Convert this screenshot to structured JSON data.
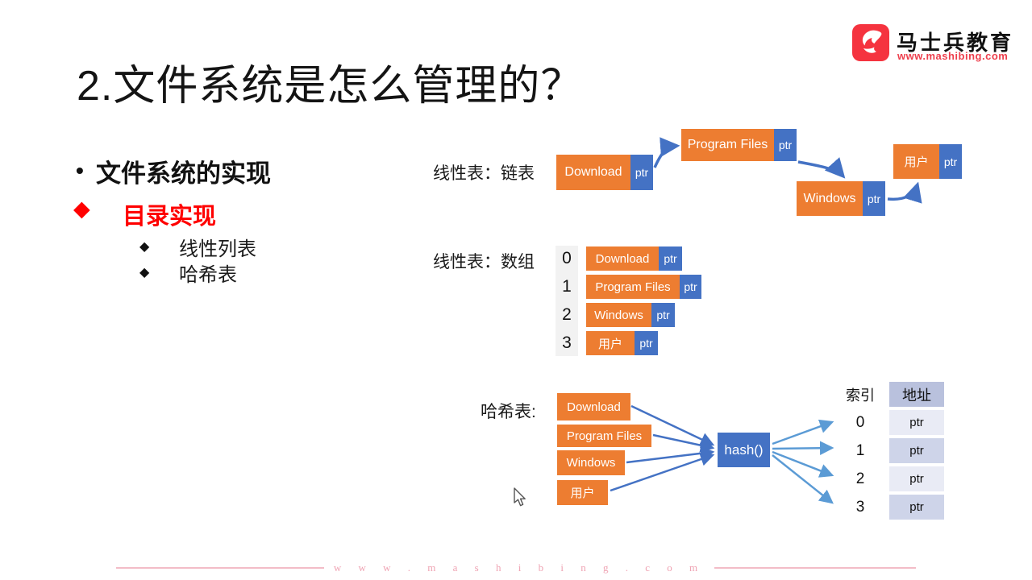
{
  "title": "2.文件系统是怎么管理的？",
  "logo": {
    "title": "马士兵教育",
    "url": "www.mashibing.com",
    "brand_color": "#f5333f"
  },
  "outline": {
    "bullet_dot": "•",
    "bullet_diamond": "◆",
    "level1": "文件系统的实现",
    "level2": "目录实现",
    "level3": [
      "线性列表",
      "哈希表"
    ]
  },
  "colors": {
    "orange": "#ED7D31",
    "blue": "#4472C4",
    "arrow_dark": "#4472C4",
    "arrow_light": "#5B9BD5",
    "red_accent": "#FF0000",
    "table_header": "#B9C1DD",
    "table_row_light": "#E9EBF5",
    "table_row_dark": "#CED4E9"
  },
  "linked_list": {
    "label": "线性表：链表",
    "nodes": [
      {
        "name": "Download",
        "ptr": "ptr"
      },
      {
        "name": "Program Files",
        "ptr": "ptr"
      },
      {
        "name": "Windows",
        "ptr": "ptr"
      },
      {
        "name": "用户",
        "ptr": "ptr"
      }
    ]
  },
  "array_list": {
    "label": "线性表：数组",
    "rows": [
      {
        "index": "0",
        "name": "Download",
        "ptr": "ptr"
      },
      {
        "index": "1",
        "name": "Program Files",
        "ptr": "ptr"
      },
      {
        "index": "2",
        "name": "Windows",
        "ptr": "ptr"
      },
      {
        "index": "3",
        "name": "用户",
        "ptr": "ptr"
      }
    ]
  },
  "hash": {
    "label": "哈希表:",
    "keys": [
      "Download",
      "Program Files",
      "Windows",
      "用户"
    ],
    "func": "hash()",
    "table": {
      "headers": [
        "索引",
        "地址"
      ],
      "rows": [
        {
          "index": "0",
          "addr": "ptr"
        },
        {
          "index": "1",
          "addr": "ptr"
        },
        {
          "index": "2",
          "addr": "ptr"
        },
        {
          "index": "3",
          "addr": "ptr"
        }
      ]
    }
  },
  "watermark": {
    "text": "w w w . m a s h i b i n g . c o m"
  }
}
